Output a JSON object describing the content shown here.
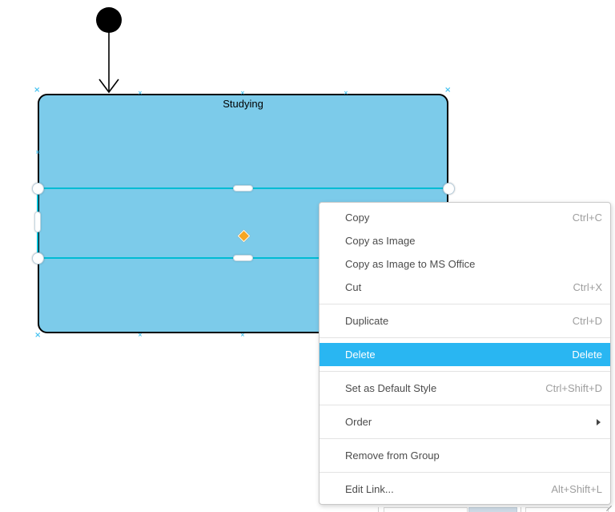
{
  "diagram": {
    "state_title": "Studying",
    "state_fill_color": "#7CCBEA",
    "state_border_color": "#000000",
    "lane_divider_color": "#00BCD4",
    "label_handle_color": "#F5A623",
    "selection_handle_color": "#45C2F0"
  },
  "context_menu": {
    "highlight_color": "#29B6F2",
    "items": [
      {
        "label": "Copy",
        "shortcut": "Ctrl+C"
      },
      {
        "label": "Copy as Image",
        "shortcut": ""
      },
      {
        "label": "Copy as Image to MS Office",
        "shortcut": ""
      },
      {
        "label": "Cut",
        "shortcut": "Ctrl+X"
      },
      {
        "label": "Duplicate",
        "shortcut": "Ctrl+D"
      },
      {
        "label": "Delete",
        "shortcut": "Delete",
        "highlighted": true
      },
      {
        "label": "Set as Default Style",
        "shortcut": "Ctrl+Shift+D"
      },
      {
        "label": "Order",
        "shortcut": "",
        "has_submenu": true
      },
      {
        "label": "Remove from Group",
        "shortcut": ""
      },
      {
        "label": "Edit Link...",
        "shortcut": "Alt+Shift+L"
      }
    ]
  }
}
